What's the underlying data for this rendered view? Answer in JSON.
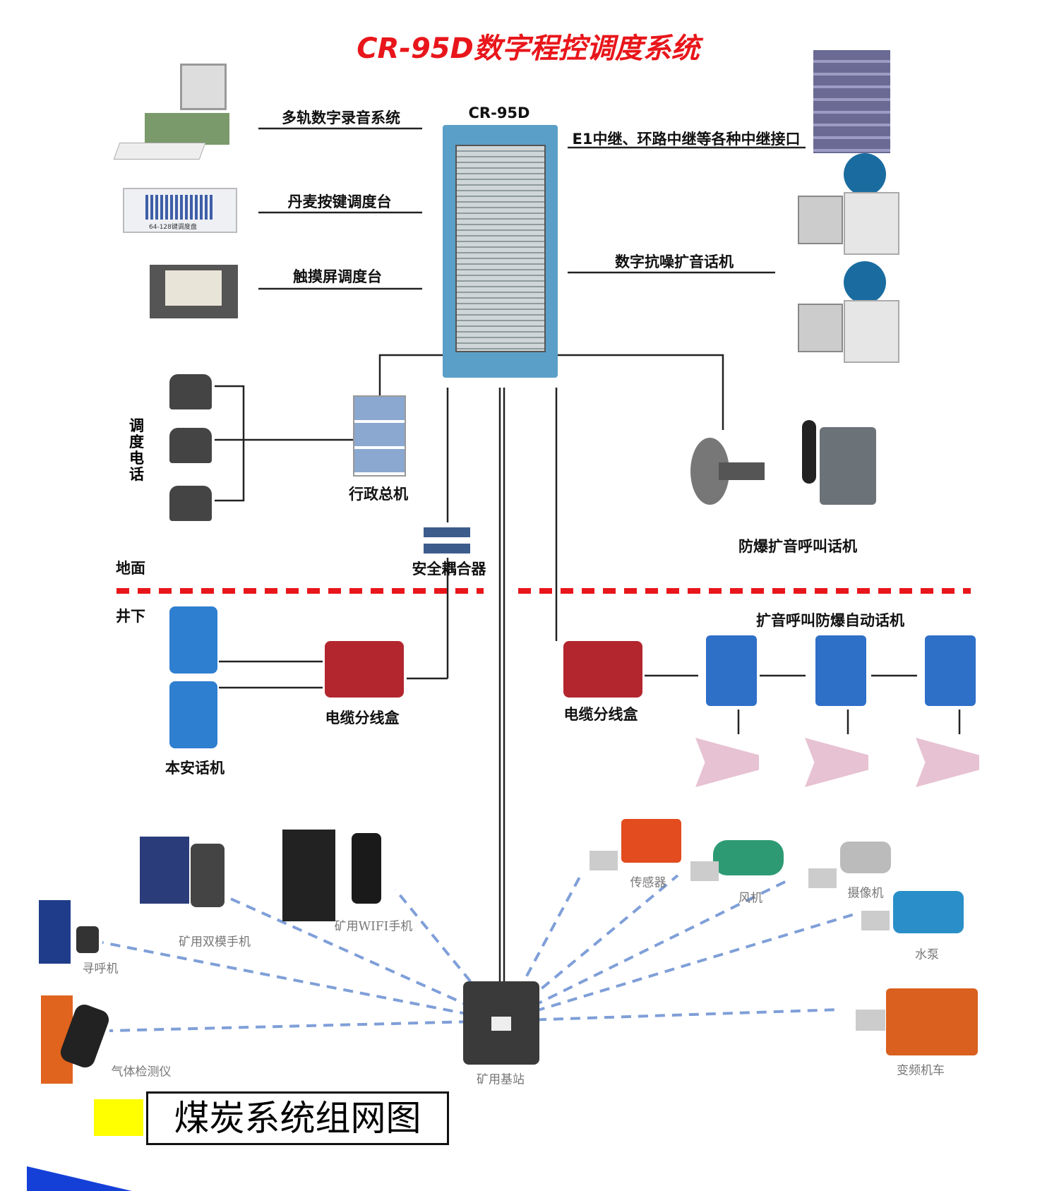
{
  "title": "CR-95D数字程控调度系统",
  "cabinet_label": "CR-95D",
  "surface": {
    "recording": "多轨数字录音系统",
    "key_console": "丹麦按键调度台",
    "key_console_caption": "64-128键调度盘",
    "touch_console": "触摸屏调度台",
    "trunk": "E1中继、环路中继等各种中继接口",
    "noise_phone": "数字抗噪扩音话机",
    "dispatch_phone": "调度电话",
    "admin_switch": "行政总机",
    "safety_coupler": "安全耦合器",
    "explosion_proof_phone": "防爆扩音呼叫话机"
  },
  "zones": {
    "ground": "地面",
    "underground": "井下"
  },
  "underground": {
    "intrinsic_phone": "本安话机",
    "junction_box_left": "电缆分线盒",
    "junction_box_right": "电缆分线盒",
    "auto_phone": "扩音呼叫防爆自动话机"
  },
  "wireless": {
    "base_station": "矿用基站",
    "pager": "寻呼机",
    "gas_detector": "气体检测仪",
    "dual_mode_phone": "矿用双模手机",
    "wifi_phone": "矿用WIFI手机",
    "sensor": "传感器",
    "fan": "风机",
    "camera": "摄像机",
    "pump": "水泵",
    "locomotive": "变频机车"
  },
  "legend": {
    "label": "煤炭系统组网图",
    "swatch_color": "#ffff00"
  },
  "colors": {
    "title": "#e8161b",
    "divider": "#e8161b",
    "wireless_link": "#7f9fd8",
    "cabinet": "#5a9fc8"
  }
}
